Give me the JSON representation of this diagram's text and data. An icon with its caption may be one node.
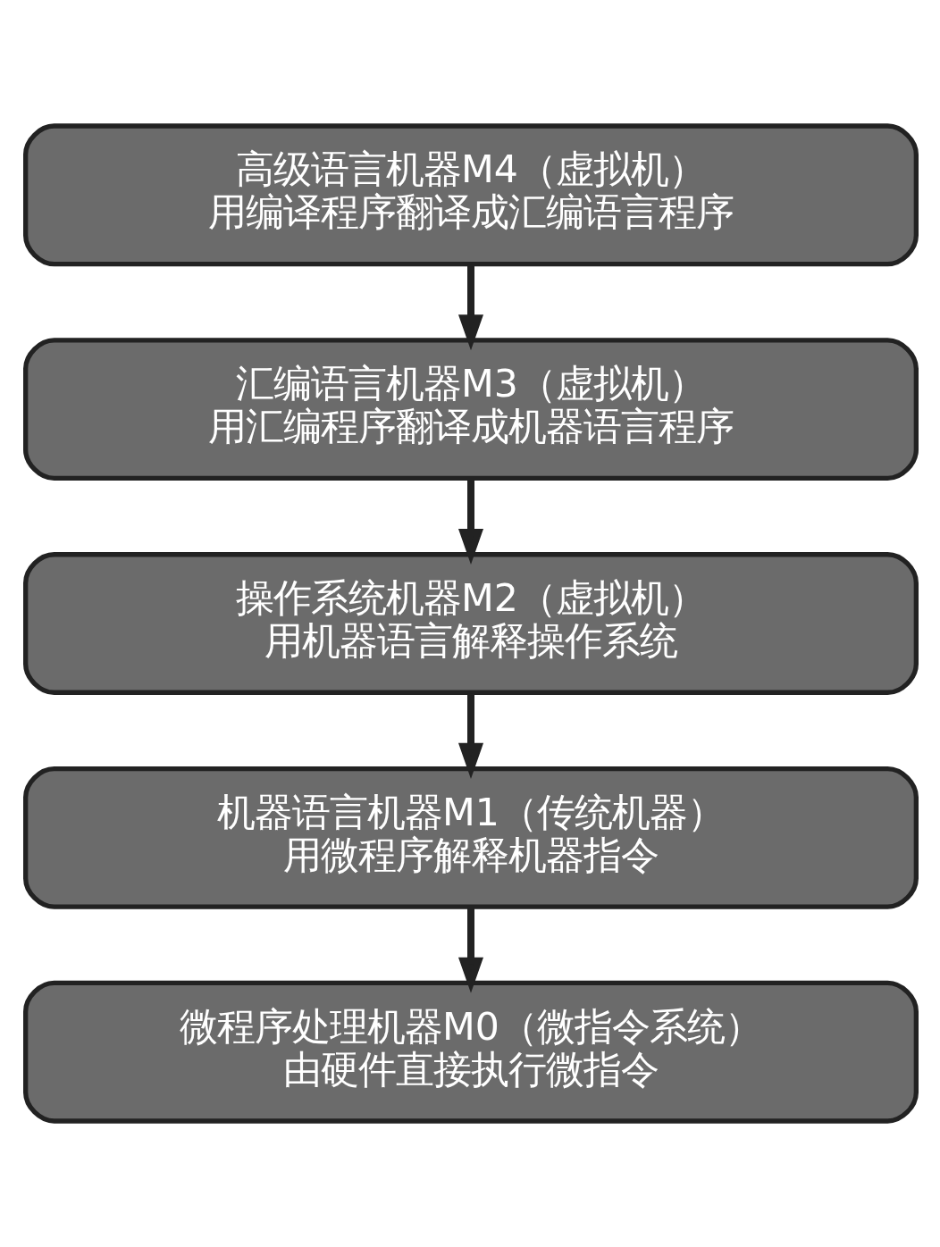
{
  "diagram": {
    "nodes": [
      {
        "text": [
          "高级语言机器M4（虚拟机）",
          "用编译程序翻译成汇编语言程序"
        ]
      },
      {
        "text": [
          "汇编语言机器M3（虚拟机）",
          "用汇编程序翻译成机器语言程序"
        ]
      },
      {
        "text": [
          "操作系统机器M2（虚拟机）",
          "用机器语言解释操作系统"
        ]
      },
      {
        "text": [
          "机器语言机器M1（传统机器）",
          "用微程序解释机器指令"
        ]
      },
      {
        "text": [
          "微程序处理机器M0（微指令系统）",
          "由硬件直接执行微指令"
        ]
      }
    ],
    "edges": [
      {
        "from": 0,
        "to": 1,
        "arrow": "to"
      },
      {
        "from": 1,
        "to": 2,
        "arrow": "to"
      },
      {
        "from": 2,
        "to": 3,
        "arrow": "to"
      },
      {
        "from": 3,
        "to": 4,
        "arrow": "to"
      }
    ]
  }
}
